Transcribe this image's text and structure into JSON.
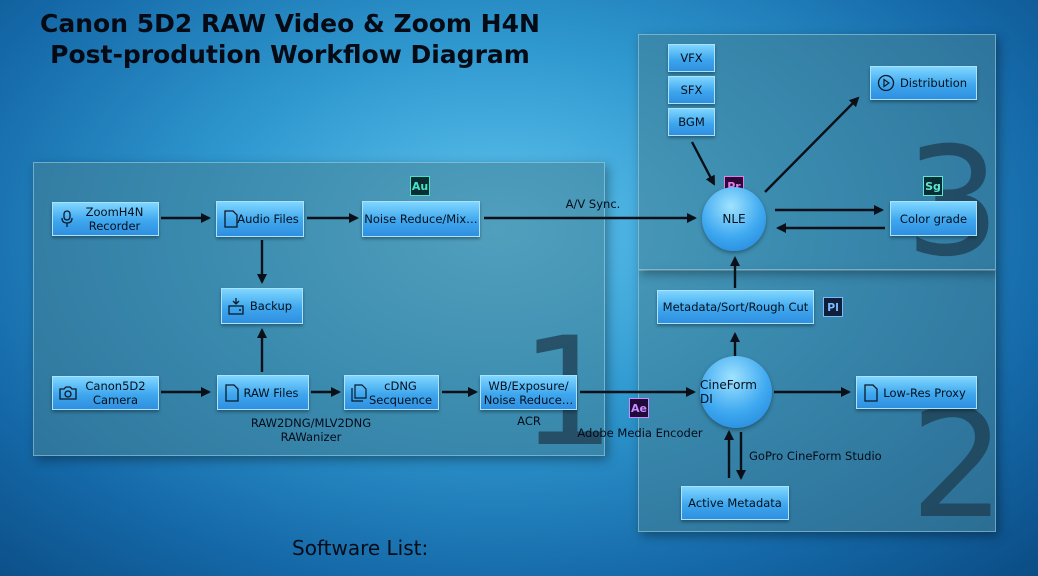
{
  "title": {
    "line1": "Canon 5D2 RAW Video & Zoom H4N",
    "line2": "Post-prodution Workflow Diagram"
  },
  "panels": {
    "p1_number": "1",
    "p2_number": "2",
    "p3_number": "3"
  },
  "nodes": {
    "zoom_recorder": "ZoomH4N\nRecorder",
    "audio_files": "Audio Files",
    "noise_reduce_mix": "Noise Reduce/Mix…",
    "backup": "Backup",
    "canon_camera": "Canon5D2\nCamera",
    "raw_files": "RAW Files",
    "cdng_sequence": "cDNG\nSecquence",
    "wb_exposure": "WB/Exposure/\nNoise Reduce…",
    "cineform_di": "CineForm DI",
    "low_res_proxy": "Low-Res Proxy",
    "metadata_sort": "Metadata/Sort/Rough Cut",
    "active_metadata": "Active Metadata",
    "vfx": "VFX",
    "sfx": "SFX",
    "bgm": "BGM",
    "nle": "NLE",
    "distribution": "Distribution",
    "color_grade": "Color grade"
  },
  "captions": {
    "raw2dng": "RAW2DNG/MLV2DNG\nRAWanizer",
    "acr": "ACR",
    "av_sync": "A/V Sync.",
    "adobe_media_encoder": "Adobe Media Encoder",
    "gopro_cineform": "GoPro CineForm Studio"
  },
  "badges": {
    "audition": {
      "text": "Au",
      "bg": "#0a2e33",
      "fg": "#46e3c9"
    },
    "premiere": {
      "text": "Pr",
      "bg": "#2a0a33",
      "fg": "#e77cf0"
    },
    "speedgrade": {
      "text": "Sg",
      "bg": "#0a2e33",
      "fg": "#5ee6d4"
    },
    "prelude": {
      "text": "Pl",
      "bg": "#0f1f3a",
      "fg": "#7ab8ff"
    },
    "after_effects": {
      "text": "Ae",
      "bg": "#1f0a3a",
      "fg": "#c98cff"
    }
  },
  "icons": {
    "zoom_recorder": "microphone-icon",
    "audio_files": "file-icon",
    "backup": "drive-download-icon",
    "canon_camera": "camera-icon",
    "raw_files": "file-icon",
    "cdng_sequence": "file-stack-icon",
    "low_res_proxy": "file-icon",
    "distribution": "play-icon"
  },
  "footer": {
    "software_list": "Software List:"
  }
}
